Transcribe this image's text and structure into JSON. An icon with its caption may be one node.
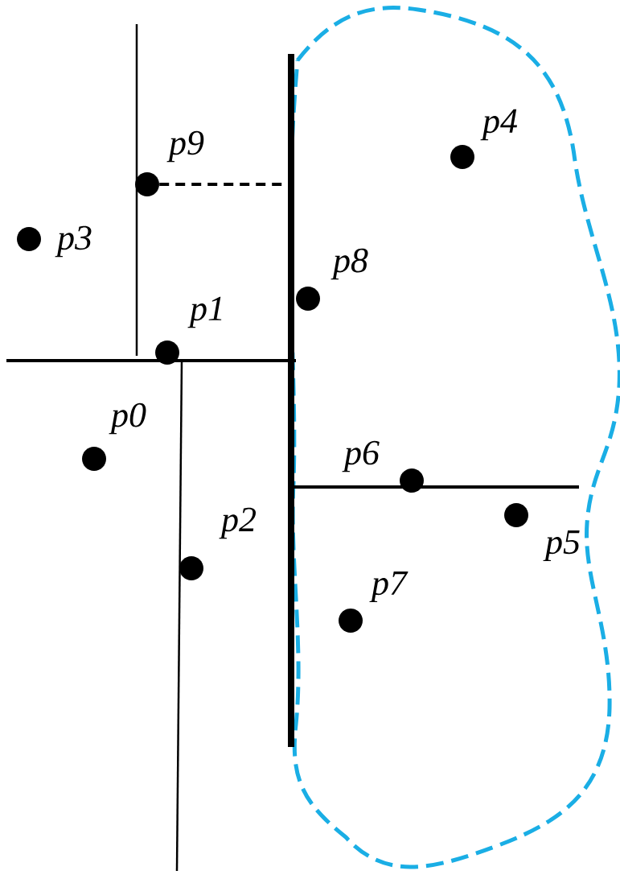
{
  "diagram": {
    "nodes": [
      {
        "text": [],
        "shape": "circle",
        "beside": [
          "p0"
        ]
      },
      {
        "text": [],
        "shape": "circle",
        "beside": [
          "p1"
        ]
      },
      {
        "text": [],
        "shape": "circle",
        "beside": [
          "p2"
        ]
      },
      {
        "text": [],
        "shape": "circle",
        "beside": [
          "p3"
        ]
      },
      {
        "text": [],
        "shape": "circle",
        "beside": [
          "p4"
        ]
      },
      {
        "text": [],
        "shape": "circle",
        "beside": [
          "p5"
        ]
      },
      {
        "text": [],
        "shape": "circle",
        "beside": [
          "p6"
        ]
      },
      {
        "text": [],
        "shape": "circle",
        "beside": [
          "p7"
        ]
      },
      {
        "text": [],
        "shape": "circle",
        "beside": [
          "p8"
        ]
      },
      {
        "text": [],
        "shape": "circle",
        "beside": [
          "p9"
        ]
      },
      {
        "text": [],
        "shape": "bar"
      }
    ],
    "edges": [
      {
        "from": 9,
        "to": 10,
        "arrow": "none",
        "style": "dashed"
      }
    ]
  }
}
